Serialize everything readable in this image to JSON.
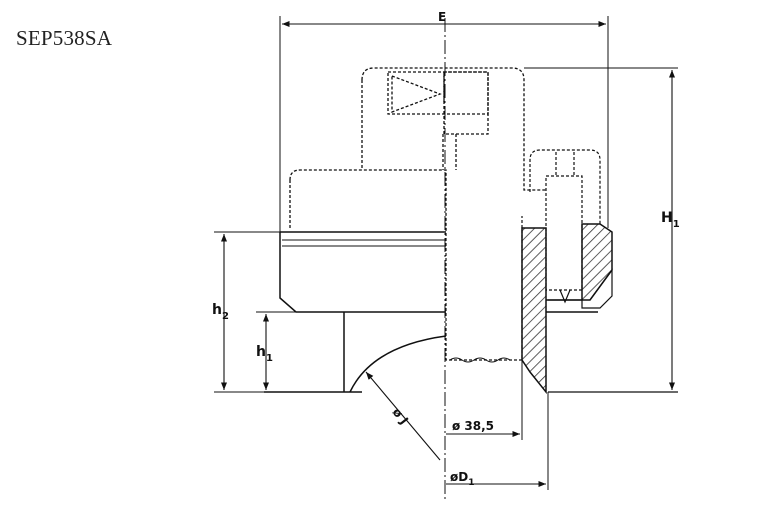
{
  "title": "SEP538SA",
  "colors": {
    "ink": "#111111",
    "hatch": "#333333"
  },
  "dimensions": {
    "E": {
      "main": "E"
    },
    "H1": {
      "main": "H",
      "sub": "1"
    },
    "h2": {
      "main": "h",
      "sub": "2"
    },
    "h1": {
      "main": "h",
      "sub": "1"
    },
    "J": {
      "main": "ø J"
    },
    "d38": {
      "main": "ø 38,5"
    },
    "D1": {
      "main": "øD",
      "sub": "1"
    }
  }
}
